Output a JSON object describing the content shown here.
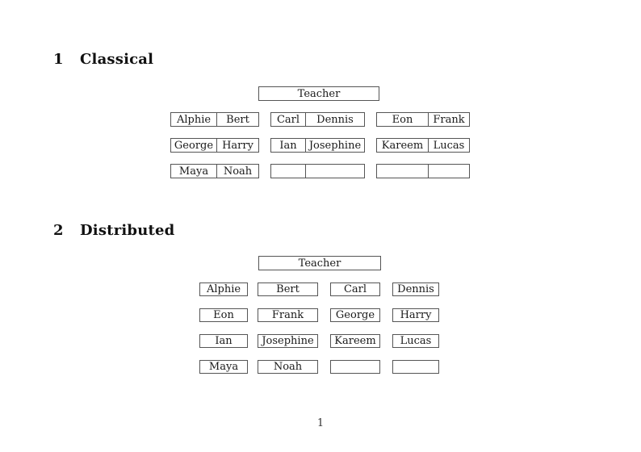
{
  "page": {
    "number": "1"
  },
  "sections": [
    {
      "number": "1",
      "title": "Classical",
      "teacher_label": "Teacher",
      "layout": "pair-desks",
      "rows": [
        [
          [
            "Alphie",
            "Bert"
          ],
          [
            "Carl",
            "Dennis"
          ],
          [
            "Eon",
            "Frank"
          ]
        ],
        [
          [
            "George",
            "Harry"
          ],
          [
            "Ian",
            "Josephine"
          ],
          [
            "Kareem",
            "Lucas"
          ]
        ],
        [
          [
            "Maya",
            "Noah"
          ],
          [
            "",
            ""
          ],
          [
            "",
            ""
          ]
        ]
      ]
    },
    {
      "number": "2",
      "title": "Distributed",
      "teacher_label": "Teacher",
      "layout": "single-desks",
      "rows": [
        [
          "Alphie",
          "Bert",
          "Carl",
          "Dennis"
        ],
        [
          "Eon",
          "Frank",
          "George",
          "Harry"
        ],
        [
          "Ian",
          "Josephine",
          "Kareem",
          "Lucas"
        ],
        [
          "Maya",
          "Noah",
          "",
          ""
        ]
      ]
    }
  ]
}
